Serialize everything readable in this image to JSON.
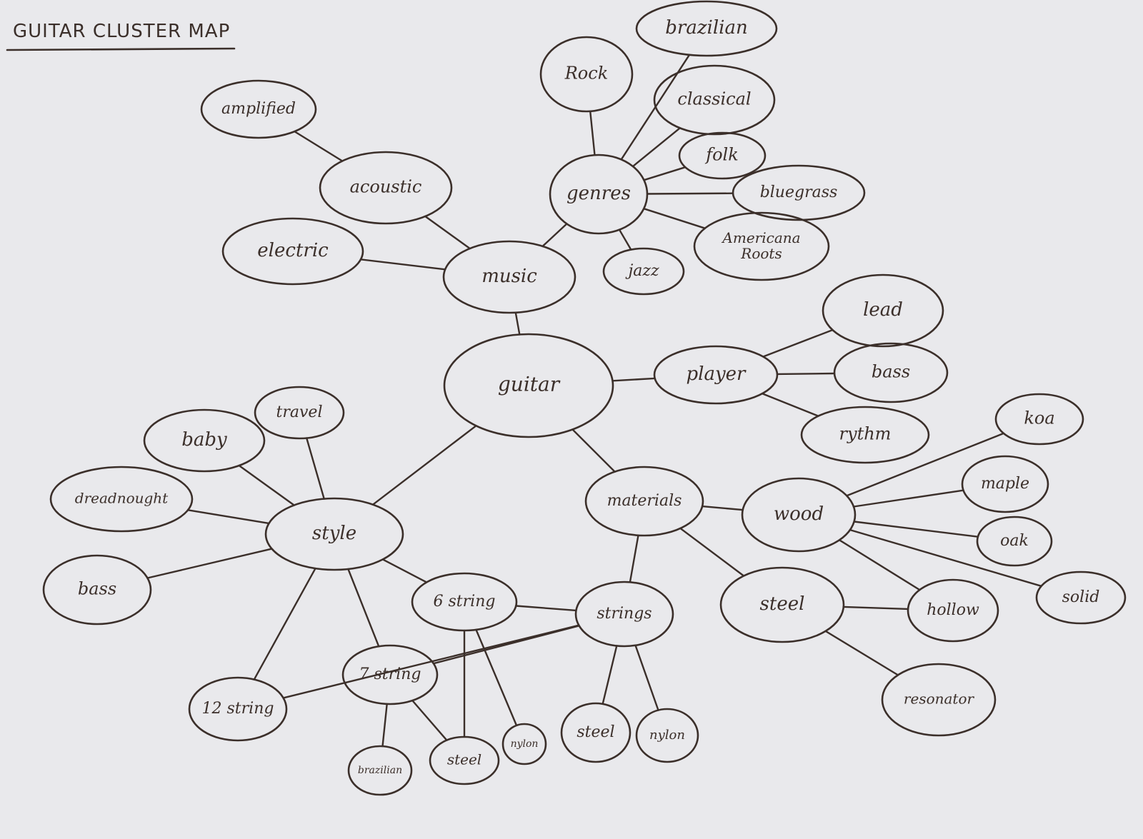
{
  "title": "GUITAR CLUSTER MAP",
  "nodes": [
    {
      "id": "guitar",
      "label": "guitar"
    },
    {
      "id": "music",
      "label": "music"
    },
    {
      "id": "player",
      "label": "player"
    },
    {
      "id": "style",
      "label": "style"
    },
    {
      "id": "materials",
      "label": "materials"
    },
    {
      "id": "acoustic",
      "label": "acoustic"
    },
    {
      "id": "amplified",
      "label": "amplified"
    },
    {
      "id": "electric",
      "label": "electric"
    },
    {
      "id": "genres",
      "label": "genres"
    },
    {
      "id": "rock",
      "label": "Rock"
    },
    {
      "id": "brazilian-genre",
      "label": "brazilian"
    },
    {
      "id": "classical",
      "label": "classical"
    },
    {
      "id": "folk",
      "label": "folk"
    },
    {
      "id": "bluegrass",
      "label": "bluegrass"
    },
    {
      "id": "americana",
      "label": "Americana Roots"
    },
    {
      "id": "jazz",
      "label": "jazz"
    },
    {
      "id": "lead",
      "label": "lead"
    },
    {
      "id": "bass-player",
      "label": "bass"
    },
    {
      "id": "rythm",
      "label": "rythm"
    },
    {
      "id": "travel",
      "label": "travel"
    },
    {
      "id": "baby",
      "label": "baby"
    },
    {
      "id": "dreadnought",
      "label": "dreadnought"
    },
    {
      "id": "bass-style",
      "label": "bass"
    },
    {
      "id": "12string",
      "label": "12 string"
    },
    {
      "id": "6string",
      "label": "6 string"
    },
    {
      "id": "7string",
      "label": "7 string"
    },
    {
      "id": "strings",
      "label": "strings"
    },
    {
      "id": "wood",
      "label": "wood"
    },
    {
      "id": "steel-mat",
      "label": "steel"
    },
    {
      "id": "koa",
      "label": "koa"
    },
    {
      "id": "maple",
      "label": "maple"
    },
    {
      "id": "oak",
      "label": "oak"
    },
    {
      "id": "solid",
      "label": "solid"
    },
    {
      "id": "hollow",
      "label": "hollow"
    },
    {
      "id": "resonator",
      "label": "resonator"
    },
    {
      "id": "steel-a",
      "label": "steel"
    },
    {
      "id": "nylon-a",
      "label": "nylon"
    },
    {
      "id": "steel-b",
      "label": "steel"
    },
    {
      "id": "nylon-b",
      "label": "nylon"
    },
    {
      "id": "brazilian-wood",
      "label": "brazilian"
    }
  ],
  "edges": [
    [
      "guitar",
      "music"
    ],
    [
      "guitar",
      "player"
    ],
    [
      "guitar",
      "style"
    ],
    [
      "guitar",
      "materials"
    ],
    [
      "music",
      "acoustic"
    ],
    [
      "music",
      "electric"
    ],
    [
      "music",
      "genres"
    ],
    [
      "acoustic",
      "amplified"
    ],
    [
      "genres",
      "rock"
    ],
    [
      "genres",
      "brazilian-genre"
    ],
    [
      "genres",
      "classical"
    ],
    [
      "genres",
      "folk"
    ],
    [
      "genres",
      "bluegrass"
    ],
    [
      "genres",
      "americana"
    ],
    [
      "genres",
      "jazz"
    ],
    [
      "player",
      "lead"
    ],
    [
      "player",
      "bass-player"
    ],
    [
      "player",
      "rythm"
    ],
    [
      "style",
      "travel"
    ],
    [
      "style",
      "baby"
    ],
    [
      "style",
      "dreadnought"
    ],
    [
      "style",
      "bass-style"
    ],
    [
      "style",
      "12string"
    ],
    [
      "style",
      "6string"
    ],
    [
      "style",
      "7string"
    ],
    [
      "materials",
      "wood"
    ],
    [
      "materials",
      "steel-mat"
    ],
    [
      "materials",
      "strings"
    ],
    [
      "wood",
      "koa"
    ],
    [
      "wood",
      "maple"
    ],
    [
      "wood",
      "oak"
    ],
    [
      "wood",
      "solid"
    ],
    [
      "wood",
      "hollow"
    ],
    [
      "steel-mat",
      "hollow"
    ],
    [
      "steel-mat",
      "resonator"
    ],
    [
      "6string",
      "strings"
    ],
    [
      "7string",
      "strings"
    ],
    [
      "12string",
      "strings"
    ],
    [
      "6string",
      "steel-a"
    ],
    [
      "6string",
      "nylon-a"
    ],
    [
      "strings",
      "steel-b"
    ],
    [
      "strings",
      "nylon-b"
    ],
    [
      "7string",
      "brazilian-wood"
    ],
    [
      "7string",
      "steel-a"
    ]
  ]
}
